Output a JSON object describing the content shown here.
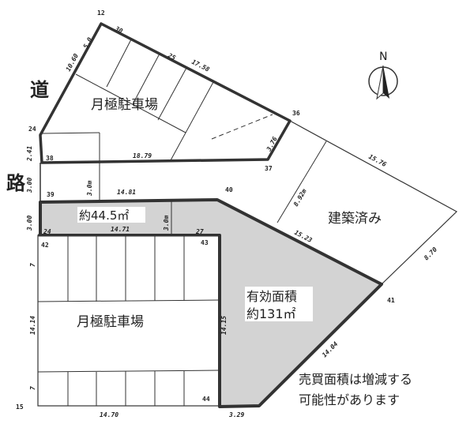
{
  "road_label": [
    "道",
    "路"
  ],
  "north_label": "N",
  "lots": {
    "top_parking": "月極駐車場",
    "bottom_parking": "月極駐車場",
    "built": "建築済み",
    "strip_area": "約44.5㎡",
    "effective_area_title": "有効面積",
    "effective_area_value": "約131㎡"
  },
  "note": [
    "売買面積は増減する",
    "可能性があります"
  ],
  "points": {
    "p12": "12",
    "p36": "36",
    "p24": "24",
    "p38": "38",
    "p37": "37",
    "p39": "39",
    "p40": "40",
    "p42": "42",
    "p43": "43",
    "p41": "41",
    "p15": "15",
    "p44": "44"
  },
  "dimensions": {
    "d1060": "10.60",
    "d50": "5.0",
    "d30": "30",
    "d25": "25",
    "d1758": "17.58",
    "d241": "2.41",
    "d1879": "18.79",
    "d376": "3.76",
    "d300a": "3.00",
    "d30m": "3.0m",
    "d1481": "14.81",
    "d300b": "3.00",
    "d1471": "14.71",
    "d30m2": "3.0m",
    "d24": "24",
    "d27": "27",
    "d892": "8.92m",
    "d1576": "15.76",
    "d1523": "15.23",
    "d870": "8.70",
    "d1415": "14.15",
    "d1414": "14.14",
    "d1404": "14.04",
    "d1470": "14.70",
    "d329": "3.29",
    "d7a": "7",
    "d7b": "7"
  },
  "colors": {
    "shade": "#d3d3d3",
    "line": "#333333"
  }
}
